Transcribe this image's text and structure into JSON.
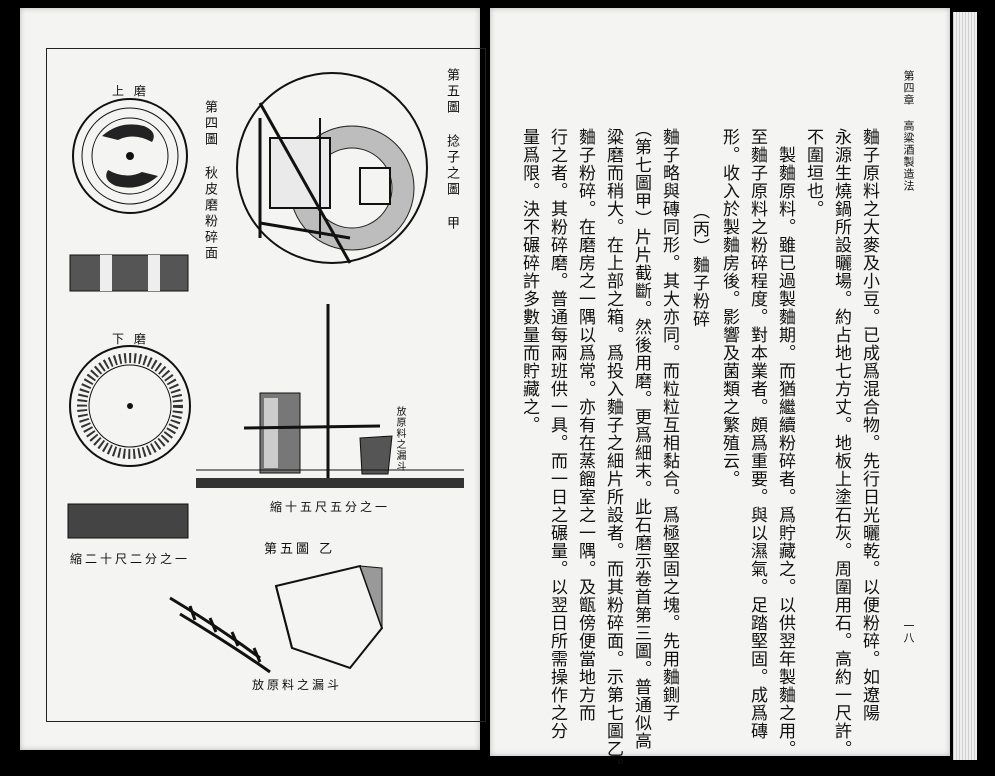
{
  "left_page": {
    "fig5_title": "第五圖 捻子之圖 甲",
    "fig4_title": "第四圖 秋皮磨粉碎面",
    "upper_mill_label": "上 磨",
    "lower_mill_label": "下 磨",
    "hopper_label_small": "放原料之漏斗",
    "scale_right": "縮十五尺五分之一",
    "scale_left": "縮二十尺二分之一",
    "fig5b_title": "第五圖 乙",
    "hopper_label": "放原料之漏斗"
  },
  "right_page": {
    "header": "第四章 高粱酒製造法",
    "page_number": "一八",
    "columns": [
      "麯子原料之大麥及小豆。已成爲混合物。先行日光曬乾。以便粉碎。如遼陽",
      "永源生燒鍋所設曬場。約占地七方丈。地板上塗石灰。周圍用石。高約一尺許。",
      "不圍垣也。",
      "製麯原料。雖已過製麯期。而猶繼續粉碎者。爲貯藏之。以供翌年製麯之用。",
      "至麯子原料之粉碎程度。對本業者。頗爲重要。與以濕氣。足踏堅固。成爲磚",
      "形。收入於製麯房後。影響及菌類之繁殖云。",
      "（丙）麯子粉碎",
      "麯子略與磚同形。其大亦同。而粒粒互相黏合。爲極堅固之塊。先用麯鍘子",
      "（第七圖甲）片片截斷。然後用磨。更爲細末。此石磨示卷首第三圖。普通似高",
      "粱磨而稍大。在上部之箱。爲投入麯子之細片所設者。而其粉碎面。示第七圖乙。",
      "麯子粉碎。在磨房之一隅以爲常。亦有在蒸餾室之一隅。及甑傍便當地方而",
      "行之者。其粉碎磨。普通每兩班供一具。而一日之碾量。以翌日所需操作之分",
      "量爲限。決不碾碎許多數量而貯藏之。"
    ]
  }
}
